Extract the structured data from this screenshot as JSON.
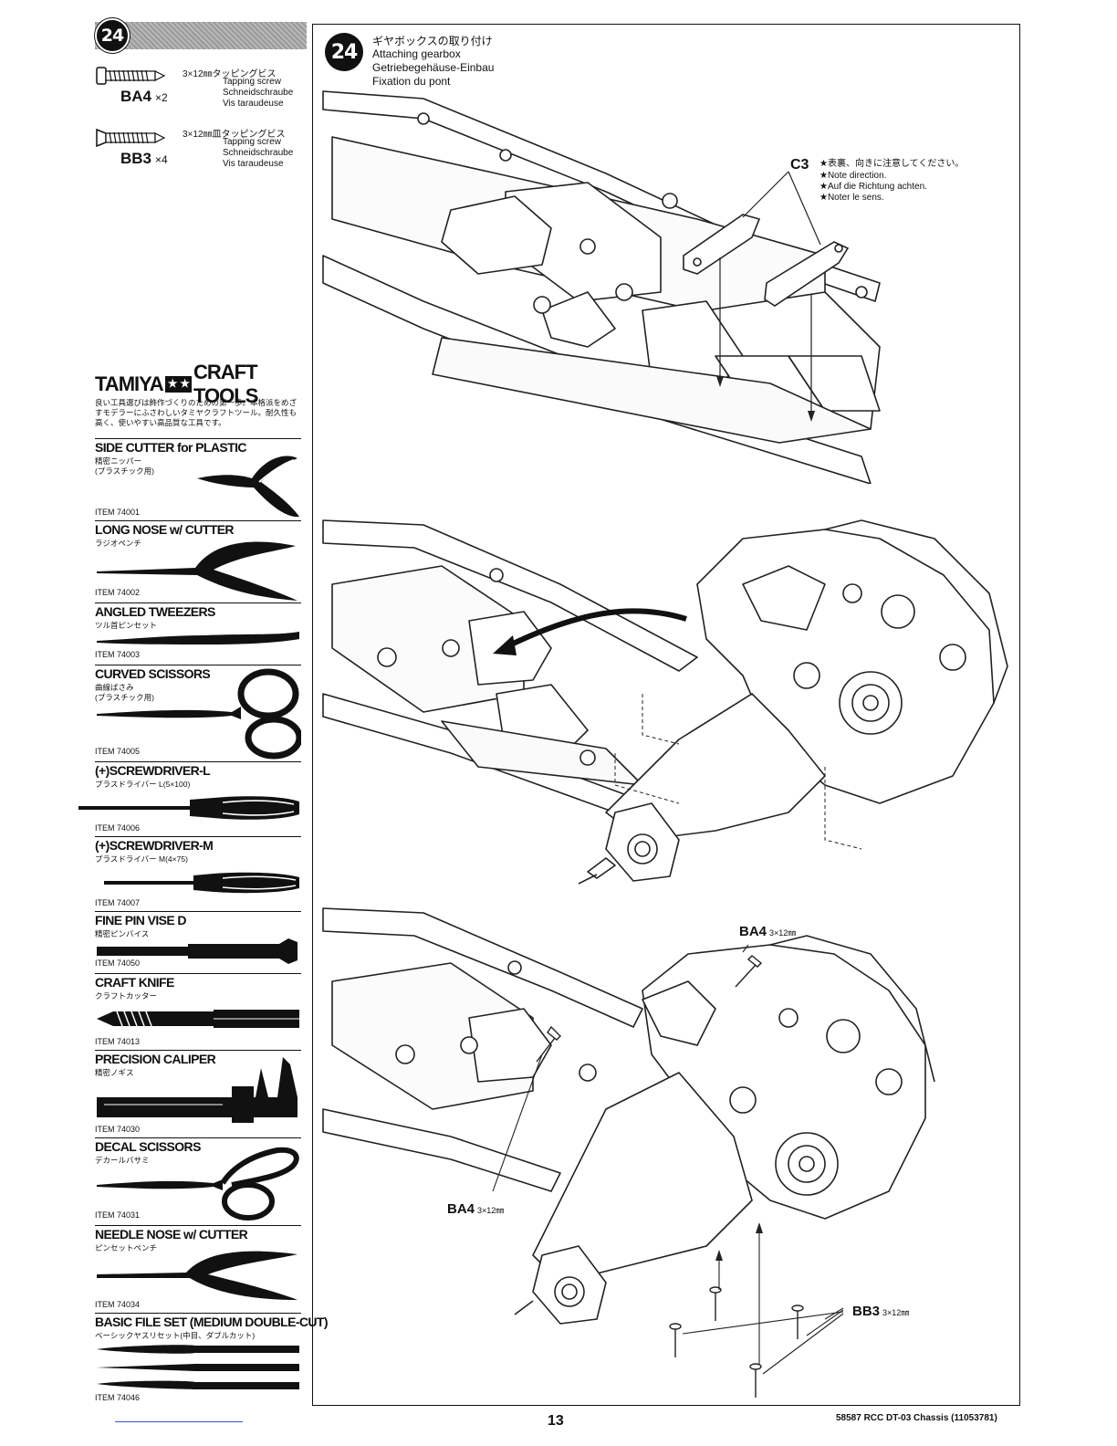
{
  "step": {
    "number": "24",
    "title_jp": "ギヤボックスの取り付け",
    "title_en": "Attaching gearbox",
    "title_de": "Getriebegehäuse-Einbau",
    "title_fr": "Fixation du pont"
  },
  "parts": [
    {
      "code": "BA4",
      "qty": "×2",
      "size_jp": "3×12㎜タッピングビス",
      "desc_en": "Tapping screw",
      "desc_de": "Schneidschraube",
      "desc_fr": "Vis taraudeuse"
    },
    {
      "code": "BB3",
      "qty": "×4",
      "size_jp": "3×12㎜皿タッピングビス",
      "desc_en": "Tapping screw",
      "desc_de": "Schneidschraube",
      "desc_fr": "Vis taraudeuse"
    }
  ],
  "brand": {
    "left": "TAMIYA",
    "right": "CRAFT TOOLS",
    "tagline": "良い工具選びは飾作づくりのための第一歩。本格派をめざすモデラーにふさわしいタミヤクラフトツール。耐久性も高く、使いやすい高品質な工具です。"
  },
  "tools": [
    {
      "name": "SIDE CUTTER for PLASTIC",
      "jp": "精密ニッパー\n(プラスチック用)",
      "item": "ITEM 74001"
    },
    {
      "name": "LONG NOSE w/ CUTTER",
      "jp": "ラジオペンチ",
      "item": "ITEM 74002"
    },
    {
      "name": "ANGLED TWEEZERS",
      "jp": "ツル首ピンセット",
      "item": "ITEM 74003"
    },
    {
      "name": "CURVED SCISSORS",
      "jp": "曲線ばさみ\n(プラスチック用)",
      "item": "ITEM 74005"
    },
    {
      "name": "(+)SCREWDRIVER-L",
      "jp": "プラスドライバー L(5×100)",
      "item": "ITEM 74006"
    },
    {
      "name": "(+)SCREWDRIVER-M",
      "jp": "プラスドライバー M(4×75)",
      "item": "ITEM 74007"
    },
    {
      "name": "FINE PIN VISE D",
      "jp": "精密ピンバイス",
      "item": "ITEM 74050"
    },
    {
      "name": "CRAFT KNIFE",
      "jp": "クラフトカッター",
      "item": "ITEM 74013"
    },
    {
      "name": "PRECISION CALIPER",
      "jp": "精密ノギス",
      "item": "ITEM 74030"
    },
    {
      "name": "DECAL SCISSORS",
      "jp": "デカールバサミ",
      "item": "ITEM 74031"
    },
    {
      "name": "NEEDLE NOSE w/ CUTTER",
      "jp": "ピンセットペンチ",
      "item": "ITEM 74034"
    },
    {
      "name": "BASIC FILE SET (MEDIUM DOUBLE-CUT)",
      "jp": "ベーシックヤスリセット(中目、ダブルカット)",
      "item": "ITEM 74046"
    }
  ],
  "diagram": {
    "c3_label": "C3",
    "notes": [
      "★表裏、向きに注意してください。",
      "★Note direction.",
      "★Auf die Richtung achten.",
      "★Noter le sens."
    ],
    "callouts": [
      {
        "code": "BA4",
        "size": "3×12㎜"
      },
      {
        "code": "BA4",
        "size": "3×12㎜"
      },
      {
        "code": "BB3",
        "size": "3×12㎜"
      }
    ]
  },
  "footer": {
    "page": "13",
    "id": "58587 RCC DT-03 Chassis (11053781)"
  }
}
